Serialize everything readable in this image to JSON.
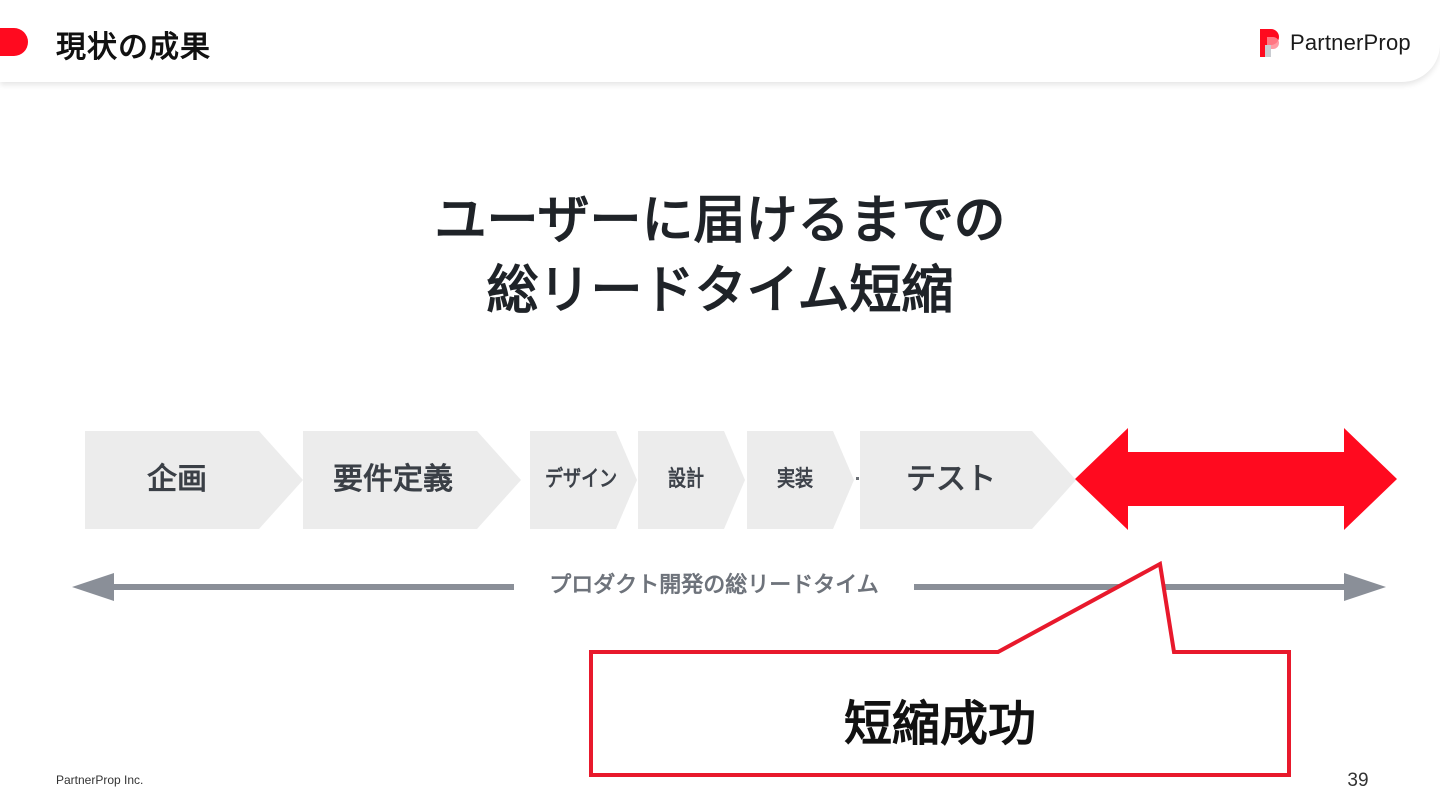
{
  "header": {
    "title": "現状の成果",
    "logo_text": "PartnerProp",
    "accent_color": "#ff0a1f"
  },
  "headline": {
    "line1": "ユーザーに届けるまでの",
    "line2": "総リードタイム短縮"
  },
  "process_steps": [
    {
      "label": "企画",
      "color": "#ececec"
    },
    {
      "label": "要件定義",
      "color": "#ececec"
    },
    {
      "label": "デザイン",
      "color": "#ececec"
    },
    {
      "label": "設計",
      "color": "#ececec"
    },
    {
      "label": "実装",
      "color": "#ececec"
    },
    {
      "label": "テスト",
      "color": "#ececec"
    }
  ],
  "highlight_arrow": {
    "color": "#ff0a1f",
    "icon": "double-arrow-icon"
  },
  "lead_time": {
    "label": "プロダクト開発の総リードタイム",
    "color": "#8a8f98",
    "icon": "double-arrow-icon"
  },
  "callout": {
    "text": "短縮成功",
    "border_color": "#e8192c"
  },
  "footer": {
    "company": "PartnerProp Inc.",
    "page_number": "39"
  }
}
